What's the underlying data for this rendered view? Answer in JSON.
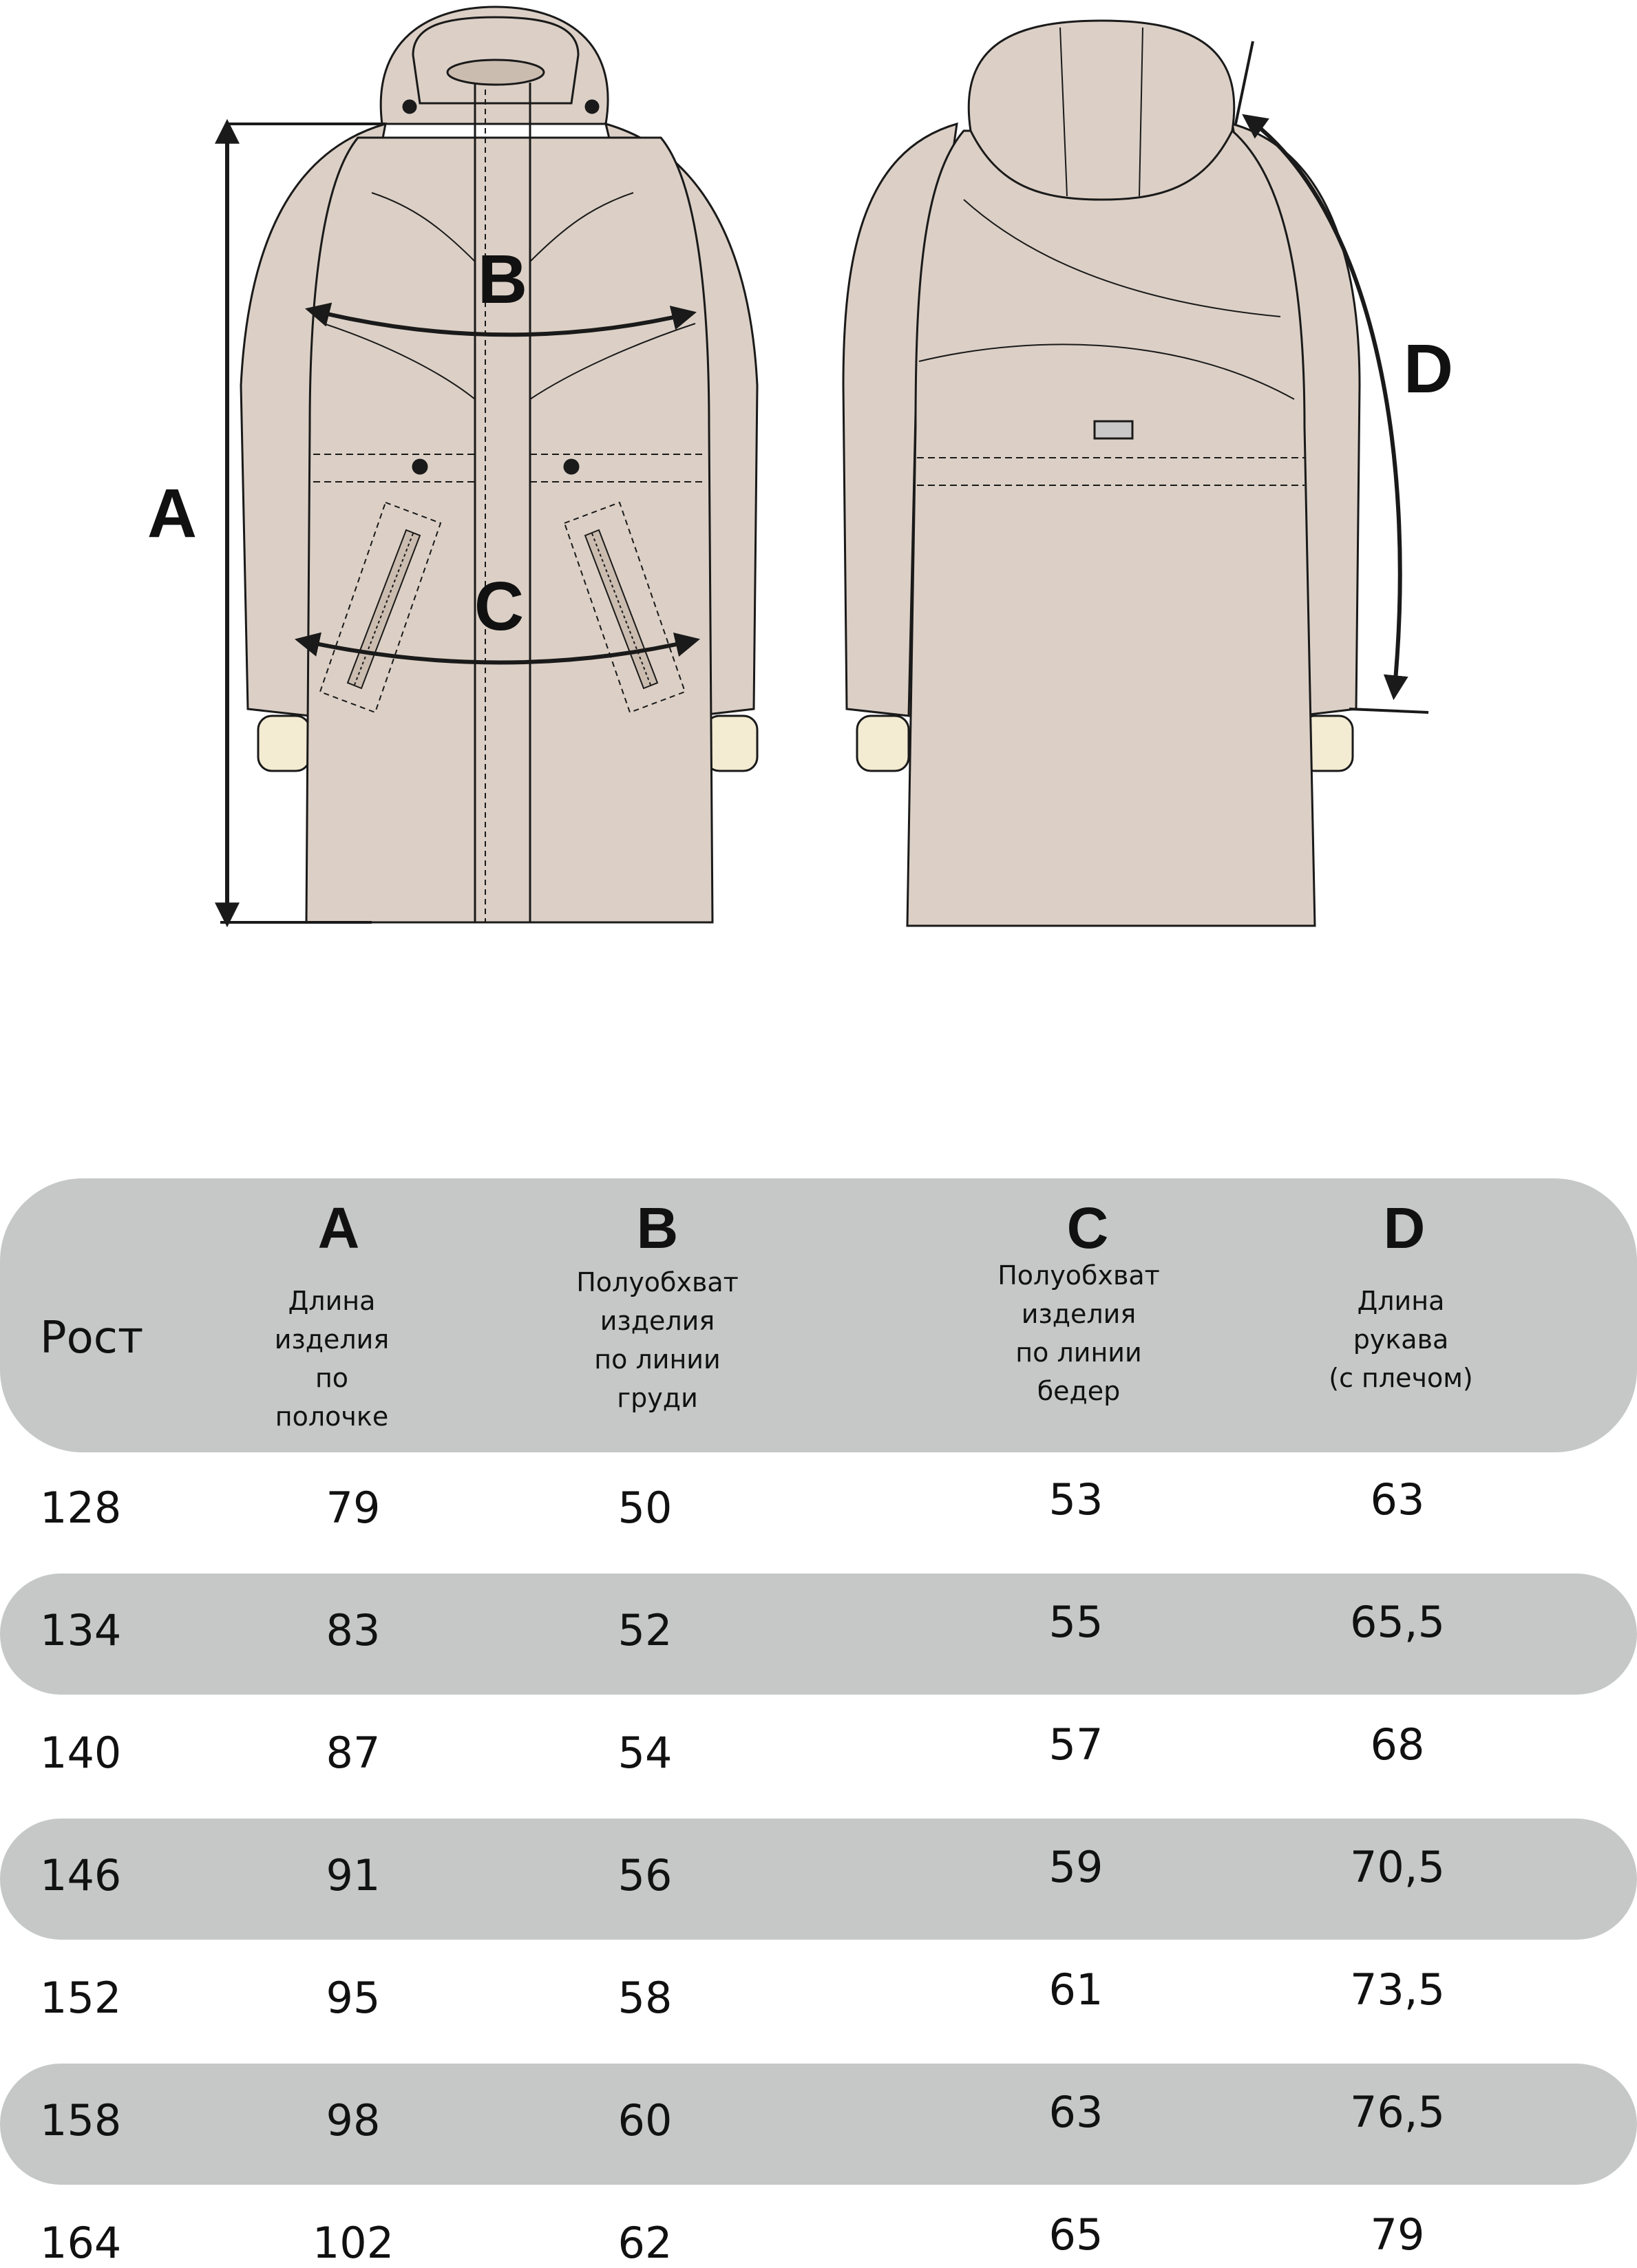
{
  "diagram": {
    "labels": {
      "a": "A",
      "b": "B",
      "c": "C",
      "d": "D"
    },
    "colors": {
      "fabric": "#dcd0c6",
      "cuff": "#f3ebd2",
      "outline": "#1a1a1a",
      "patch": "#c8c8c8"
    }
  },
  "table": {
    "band_color": "#c6c8c8",
    "corner_label": "Рост",
    "columns": [
      {
        "letter": "A",
        "desc": "Длина\nизделия\nпо\nполочке"
      },
      {
        "letter": "B",
        "desc": "Полуобхват\nизделия\nпо линии\nгруди"
      },
      {
        "letter": "C",
        "desc": "Полуобхват\nизделия\nпо линии\nбедер"
      },
      {
        "letter": "D",
        "desc": "Длина\nрукава\n(с плечом)"
      }
    ],
    "rows": [
      [
        "128",
        "79",
        "50",
        "53",
        "63"
      ],
      [
        "134",
        "83",
        "52",
        "55",
        "65,5"
      ],
      [
        "140",
        "87",
        "54",
        "57",
        "68"
      ],
      [
        "146",
        "91",
        "56",
        "59",
        "70,5"
      ],
      [
        "152",
        "95",
        "58",
        "61",
        "73,5"
      ],
      [
        "158",
        "98",
        "60",
        "63",
        "76,5"
      ],
      [
        "164",
        "102",
        "62",
        "65",
        "79"
      ]
    ]
  }
}
